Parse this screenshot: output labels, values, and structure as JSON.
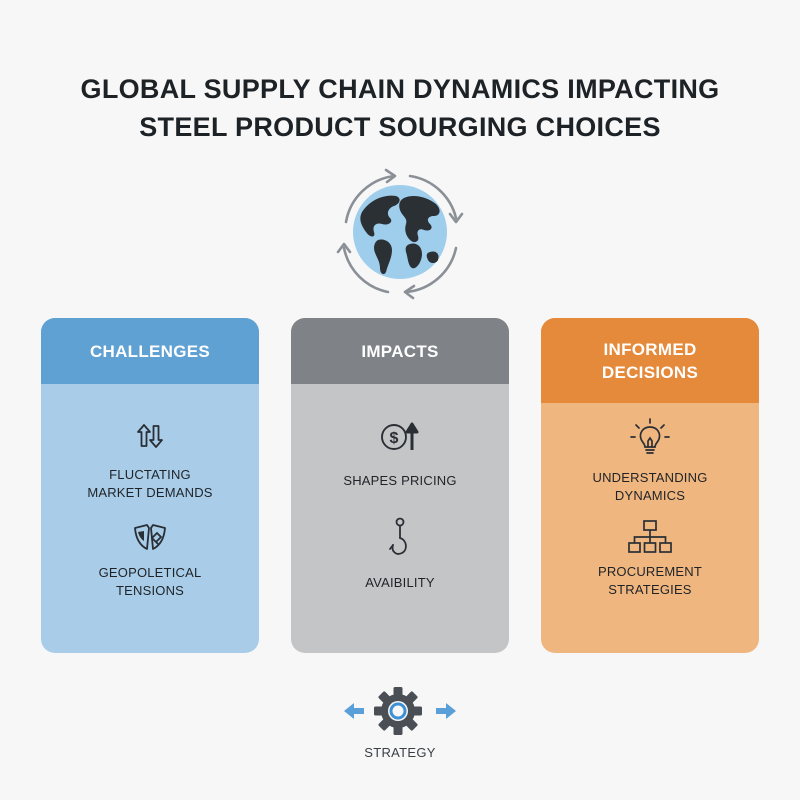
{
  "title": {
    "line1": "GLOBAL SUPPLY CHAIN DYNAMICS IMPACTING",
    "line2": "STEEL PRODUCT SOURGING CHOICES"
  },
  "colors": {
    "challenges_head": "#5ea1d2",
    "challenges_body": "#a9cde8",
    "impacts_head": "#7f8388",
    "impacts_body": "#c4c5c7",
    "decisions_head": "#e5893a",
    "decisions_body": "#f0b67f",
    "strategy_accent": "#3d8fd6"
  },
  "cards": {
    "challenges": {
      "heading": "CHALLENGES",
      "items": [
        {
          "icon": "up-down-arrows-icon",
          "line1": "FLUCTATING",
          "line2": "MARKET DEMANDS"
        },
        {
          "icon": "shield-icon",
          "line1": "GEOPOLETICAL",
          "line2": "TENSIONS"
        }
      ]
    },
    "impacts": {
      "heading": "IMPACTS",
      "items": [
        {
          "icon": "dollar-up-icon",
          "line1": "SHAPES PRICING"
        },
        {
          "icon": "hook-icon",
          "line1": "AVAIBILITY"
        }
      ]
    },
    "decisions": {
      "heading_line1": "INFORMED",
      "heading_line2": "DECISIONS",
      "items": [
        {
          "icon": "lightbulb-icon",
          "line1": "UNDERSTANDING",
          "line2": "DYNAMICS"
        },
        {
          "icon": "org-chart-icon",
          "line1": "PROCUREMENT",
          "line2": "STRATEGIES"
        }
      ]
    }
  },
  "strategy": {
    "label": "STRATEGY",
    "icon": "gear-icon"
  },
  "globe": {
    "icon": "globe-cycle-icon"
  }
}
